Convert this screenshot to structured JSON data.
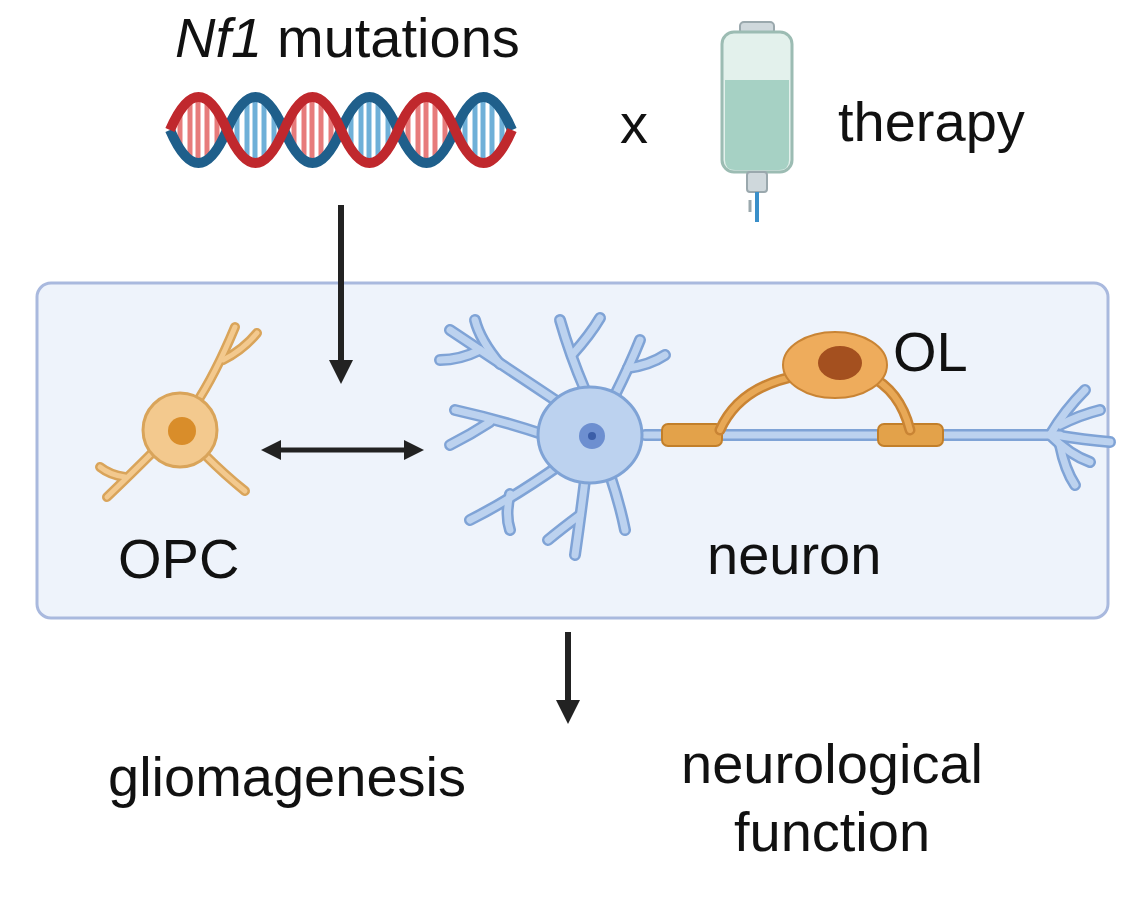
{
  "diagram": {
    "nodes": [
      {
        "text": [
          "OPC"
        ]
      },
      {
        "text": [
          "neuron"
        ]
      },
      {
        "text": [
          "OL"
        ]
      }
    ],
    "edges": [
      {
        "from": 0,
        "to": 1,
        "arrow": "both"
      }
    ],
    "labels": [
      "Nf1",
      "mutations",
      "x",
      "therapy",
      "gliomagenesis",
      "neurological function"
    ]
  }
}
